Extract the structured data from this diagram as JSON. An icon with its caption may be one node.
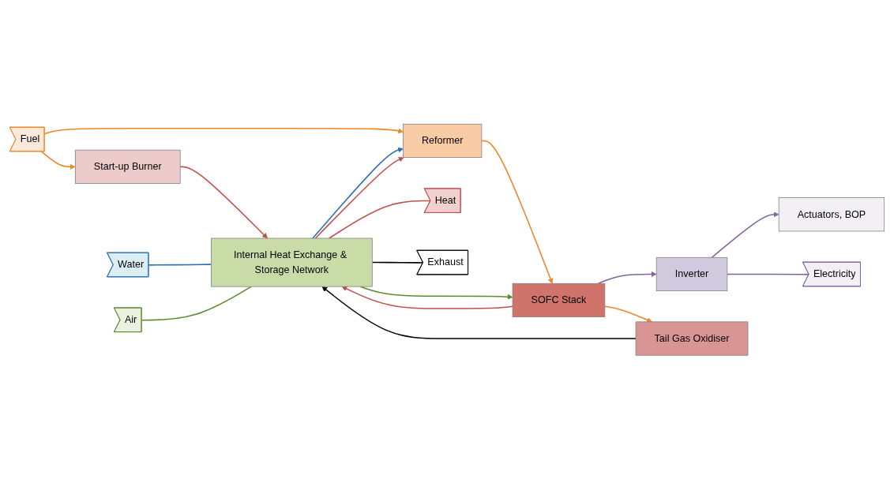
{
  "diagram": {
    "nodes": [
      {
        "text": [
          "Start-up Burner"
        ]
      },
      {
        "text": [
          "Actuators, BOP"
        ]
      },
      {
        "text": [
          "Inverter"
        ]
      },
      {
        "text": [
          "Electricity"
        ]
      },
      {
        "text": [
          "Fuel"
        ]
      },
      {
        "text": [
          "Reformer"
        ]
      },
      {
        "text": [
          "SOFC Stack"
        ]
      },
      {
        "text": [
          "Tail Gas Oxidiser"
        ]
      },
      {
        "text": [
          "Internal Heat Exchange & Storage Network"
        ]
      },
      {
        "text": [
          "Heat"
        ]
      },
      {
        "text": [
          "Water"
        ]
      },
      {
        "text": [
          "Air"
        ]
      },
      {
        "text": [
          "Exhaust"
        ]
      }
    ],
    "edges": [
      {
        "from": 4,
        "to": 5,
        "arrow": "to",
        "color": "#f0862a"
      },
      {
        "from": 4,
        "to": 0,
        "arrow": "to",
        "color": "#f0862a"
      },
      {
        "from": 0,
        "to": 8,
        "arrow": "to",
        "color": "#c0504d"
      },
      {
        "from": 5,
        "to": 6,
        "arrow": "to",
        "color": "#f0862a"
      },
      {
        "from": 6,
        "to": 7,
        "arrow": "to",
        "color": "#f0862a"
      },
      {
        "from": 6,
        "to": 2,
        "arrow": "to",
        "color": "#8064a2"
      },
      {
        "from": 2,
        "to": 1,
        "arrow": "to",
        "color": "#8064a2"
      },
      {
        "from": 2,
        "to": 3,
        "arrow": "none",
        "color": "#8064a2"
      },
      {
        "from": 8,
        "to": 5,
        "arrow": "to",
        "color": "#2e6db4"
      },
      {
        "from": 8,
        "to": 5,
        "arrow": "to",
        "color": "#c0504d"
      },
      {
        "from": 8,
        "to": 6,
        "arrow": "to",
        "color": "#5f8a2e"
      },
      {
        "from": 6,
        "to": 8,
        "arrow": "to",
        "color": "#c0504d"
      },
      {
        "from": 7,
        "to": 8,
        "arrow": "to",
        "color": "#000000"
      },
      {
        "from": 8,
        "to": 9,
        "arrow": "none",
        "color": "#c0504d"
      },
      {
        "from": 10,
        "to": 8,
        "arrow": "none",
        "color": "#2e6db4"
      },
      {
        "from": 11,
        "to": 8,
        "arrow": "none",
        "color": "#5f8a2e"
      },
      {
        "from": 8,
        "to": 12,
        "arrow": "none",
        "color": "#000000"
      }
    ]
  }
}
